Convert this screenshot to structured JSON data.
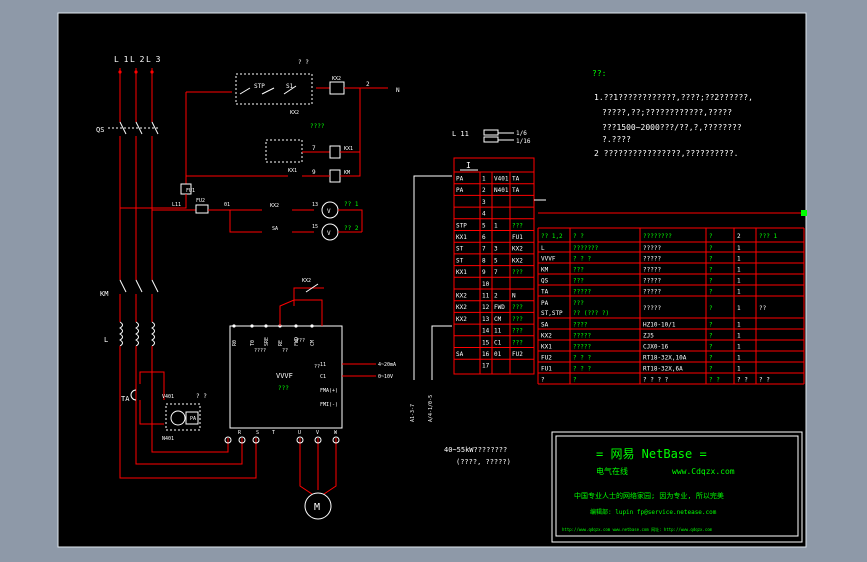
{
  "colors": {
    "background": "#8e99a8",
    "sheet": "#000000",
    "power_wire": "#ff0000",
    "control_wire": "#ffffff",
    "green_text": "#00ff00"
  },
  "left_labels": {
    "l1": "L 1",
    "l2": "L 2",
    "l3": "L 3",
    "qs": "QS",
    "km": "KM",
    "l": "L",
    "ta": "TA",
    "m": "M",
    "n": "N",
    "stp": "STP",
    "s1": "S1",
    "kx2_top": "KX2",
    "kx2_mid": "KX2",
    "kx1": "KX1",
    "km_coil": "KM",
    "fu1": "FU1",
    "fu2": "FU2",
    "l11": "L11",
    "n01": "01",
    "sa": "SA",
    "n13": "13",
    "n15": "15",
    "v401": "V401",
    "n401": "N401",
    "pa": "PA",
    "qq_top": "? ?",
    "qq_kx": "????",
    "qq_pa": "? ?",
    "qq_motor1": "?? 1",
    "qq_motor2": "?? 2",
    "n2": "2",
    "n7": "7",
    "n9": "9"
  },
  "vvvf_box": {
    "name": "VVVF",
    "qq1": "???",
    "qq2": "????",
    "qq3": "??",
    "qq4": "??",
    "qq5": "???",
    "terminals_top": [
      "R0",
      "T0",
      "SRE",
      "RE",
      "FWD",
      "CM"
    ],
    "terminals_bottom": [
      "R",
      "S",
      "T",
      "U",
      "V",
      "W"
    ],
    "terminals_right": [
      "11",
      "C1",
      "FMA(+)",
      "FMI(-)"
    ],
    "out_4_20": "4~20mA",
    "out_0_10": "0~10V",
    "kx2": "KX2"
  },
  "caption_power": "40~55kW????????",
  "caption_sub": "(????, ?????)",
  "l11_label": "L 11",
  "l11_r1": "1/6",
  "l11_r2": "1/16",
  "vertical_label_1": "A1-3-7",
  "vertical_label_2": "A/4-1/0-5",
  "terminal_table": {
    "header": "I",
    "rows": [
      [
        "PA",
        "1",
        "V401",
        "TA"
      ],
      [
        "PA",
        "2",
        "N401",
        "TA"
      ],
      [
        "",
        "3",
        "",
        ""
      ],
      [
        "",
        "4",
        "",
        ""
      ],
      [
        "STP",
        "5",
        "1",
        "???"
      ],
      [
        "KX1",
        "6",
        "",
        "FU1"
      ],
      [
        "ST",
        "7",
        "3",
        "KX2"
      ],
      [
        "ST",
        "8",
        "5",
        "KX2"
      ],
      [
        "KX1",
        "9",
        "7",
        "???"
      ],
      [
        "",
        "10",
        "",
        ""
      ],
      [
        "KX2",
        "11",
        "2",
        "N"
      ],
      [
        "KX2",
        "12",
        "FWD",
        "???"
      ],
      [
        "KX2",
        "13",
        "CM",
        "???"
      ],
      [
        "",
        "14",
        "11",
        "???"
      ],
      [
        "",
        "15",
        "C1",
        "???"
      ],
      [
        "SA",
        "16",
        "01",
        "FU2"
      ],
      [
        "",
        "17",
        "",
        ""
      ]
    ]
  },
  "bom_table": {
    "rows": [
      [
        "?? 1,2",
        "?   ?",
        "????????",
        "?",
        "2",
        "???  1"
      ],
      [
        "L",
        "???????",
        "?????",
        "?",
        "1",
        ""
      ],
      [
        "VVVF",
        "? ? ?",
        "?????",
        "?",
        "1",
        ""
      ],
      [
        "KM",
        "???",
        "?????",
        "?",
        "1",
        ""
      ],
      [
        "QS",
        "???",
        "?????",
        "?",
        "1",
        ""
      ],
      [
        "TA",
        "?????",
        "?????",
        "?",
        "1",
        ""
      ],
      [
        "PA / ST,STP",
        "??? / ??  (??? ?)",
        "?????",
        "?",
        "1",
        "??"
      ],
      [
        "SA",
        "????",
        "HZ10-10/1",
        "?",
        "1",
        ""
      ],
      [
        "KX2",
        "?????",
        "ZJ5",
        "?",
        "1",
        ""
      ],
      [
        "KX1",
        "?????",
        "CJX0-16",
        "?",
        "1",
        ""
      ],
      [
        "FU2",
        "? ? ?",
        "RT18-32X,10A",
        "?",
        "1",
        ""
      ],
      [
        "FU1",
        "? ? ?",
        "RT18-32X,6A",
        "?",
        "1",
        ""
      ],
      [
        "?",
        "?",
        "? ? ? ?",
        "? ?",
        "? ?",
        "?  ?"
      ]
    ]
  },
  "notes": {
    "title": "??:",
    "lines": [
      "1.??1????????????,????;??2??????,",
      "?????,??;????????????,?????",
      "???1500~2000???/??,?,????????",
      "?.????",
      "2  ????????????????,??????????."
    ]
  },
  "stamp": {
    "line1": "=   网易 NetBase  =",
    "line2a": "电气在线",
    "line2b": "www.Cdqzx.com",
    "line3": "中国专业人士的网络家园; 因为专业, 所以完美",
    "line4": "编辑部: lupin  fp@service.netease.com",
    "line5": "http://www.qdqzx.com  www.netbase.com   网址: http://www.qdqzx.com"
  }
}
